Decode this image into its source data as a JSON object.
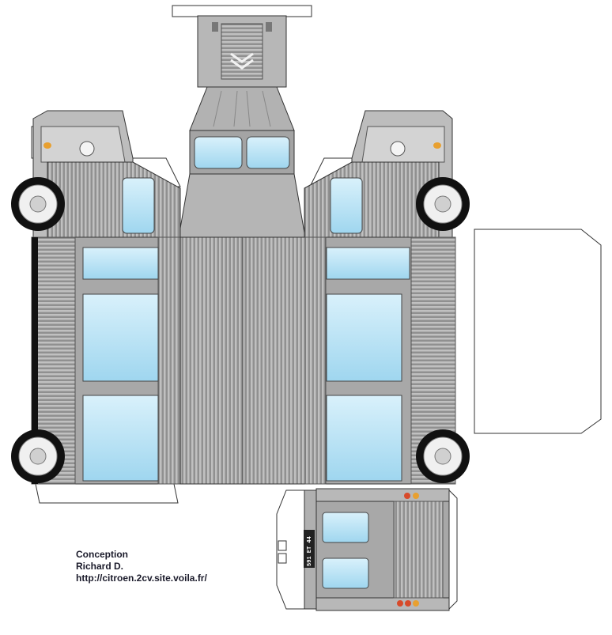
{
  "credits": {
    "line1": "Conception",
    "line2": "Richard D.",
    "line3": "http://citroen.2cv.site.voila.fr/"
  },
  "plate": {
    "text": "591 ET 44"
  },
  "colors": {
    "body": "#a9a9a9",
    "body_light": "#c4c4c4",
    "body_dark": "#8c8c8c",
    "glass": "#bfe6f7",
    "tire": "#111111",
    "hub": "#e8e8e8",
    "paper_white": "#ffffff",
    "outline": "#333333",
    "light_orange": "#e8a030",
    "light_red": "#d84a2a"
  },
  "icons": {
    "logo": "citroen-chevron-icon",
    "wheel": "wheel-icon"
  }
}
